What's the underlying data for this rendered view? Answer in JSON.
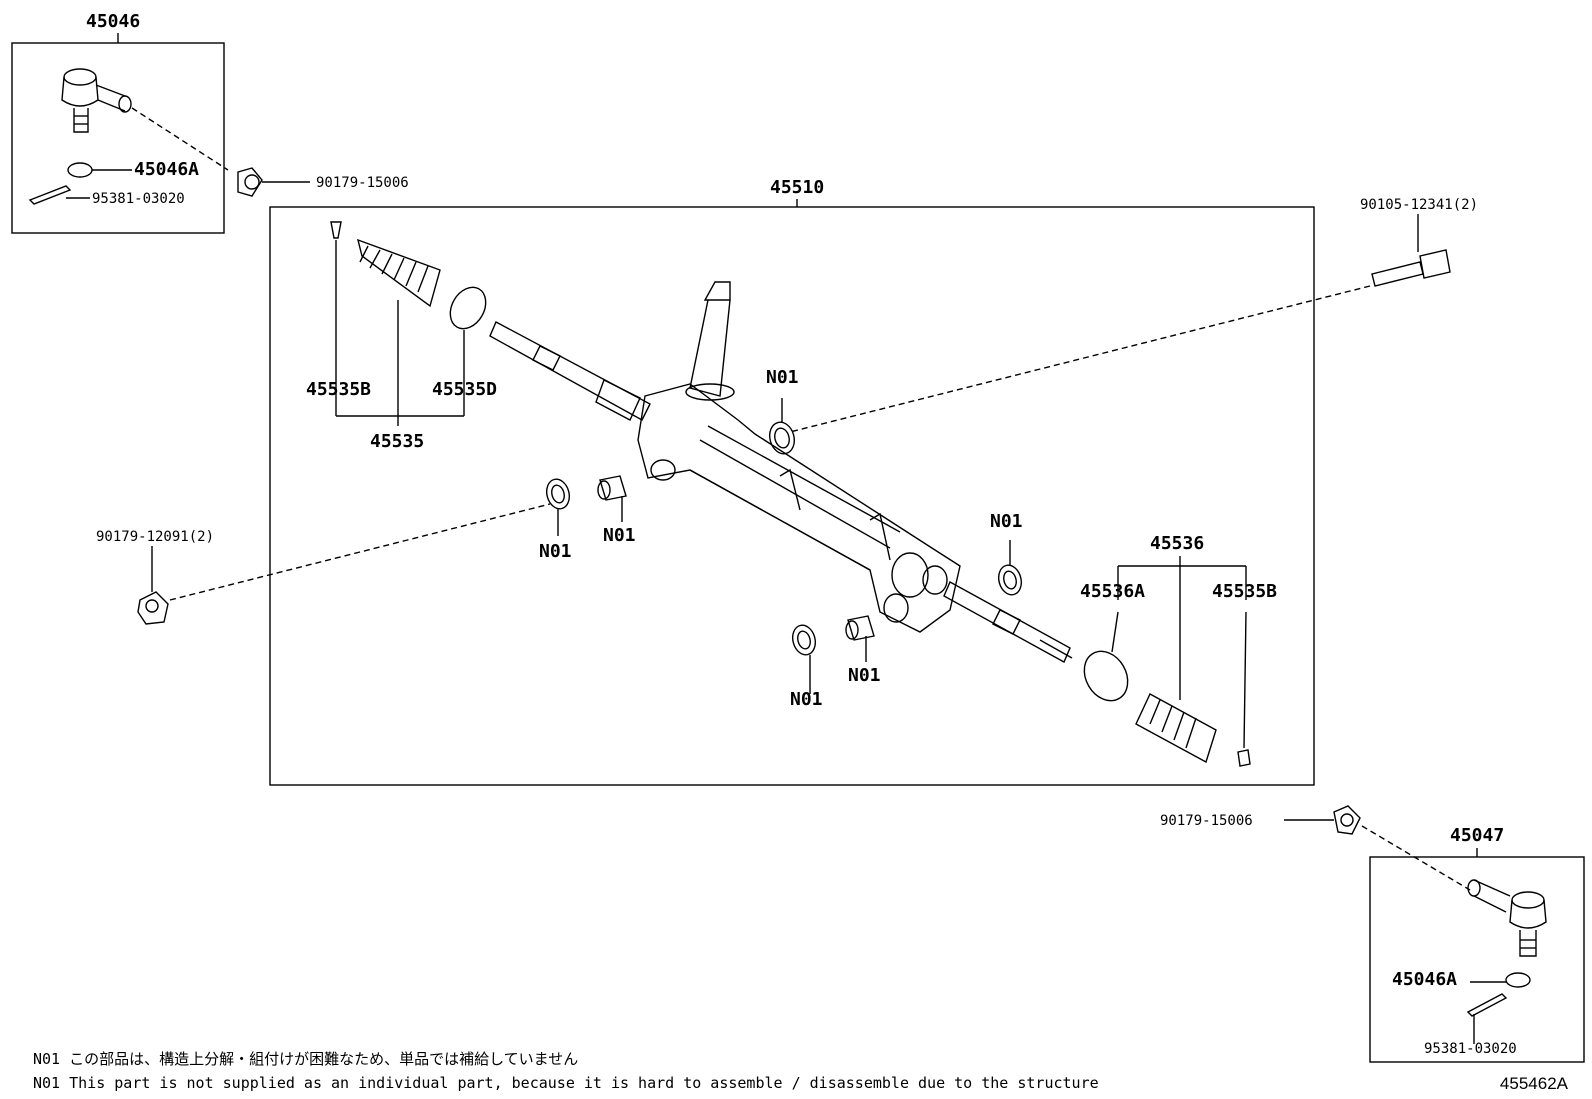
{
  "diagram_code": "455462A",
  "notes": {
    "japanese": "N01 この部品は、構造上分解・組付けが困難なため、単品では補給していません",
    "english": "N01 This part is not supplied as an individual part, because it is hard to assemble / disassemble due to the structure"
  },
  "parts": {
    "tie_rod_end_left": "45046",
    "tie_rod_end_right": "45047",
    "nut_left": "45046A",
    "nut_right": "45046A",
    "cotter_pin_left": "95381-03020",
    "cotter_pin_right": "95381-03020",
    "lock_nut_left": "90179-15006",
    "lock_nut_right": "90179-15006",
    "gear_assembly": "45510",
    "bolt": "90105-12341(2)",
    "mount_nut": "90179-12091(2)",
    "boot_kit_left": "45535",
    "boot_clamp_left": "45535B",
    "boot_band_left": "45535D",
    "boot_kit_right": "45536",
    "boot_band_right": "45536A",
    "boot_clamp_right": "45535B",
    "n01_a": "N01",
    "n01_b": "N01",
    "n01_c": "N01",
    "n01_d": "N01",
    "n01_e": "N01",
    "n01_f": "N01"
  }
}
